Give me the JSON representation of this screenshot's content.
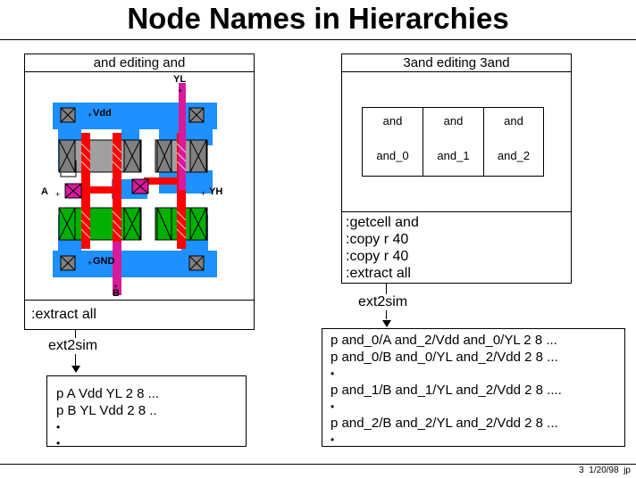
{
  "title": "Node Names in Hierarchies",
  "left_panel": {
    "header": "and  editing  and",
    "labels": {
      "yl": "YL",
      "vdd": "Vdd",
      "a": "A",
      "yh": "YH",
      "gnd": "GND",
      "b": "B"
    },
    "command": ":extract all",
    "arrow_label": "ext2sim",
    "output_lines": [
      "p A Vdd YL 2 8 ...",
      "p B YL Vdd 2 8 ..",
      "•",
      "•"
    ]
  },
  "right_panel": {
    "header": "3and editing  3and",
    "cells": [
      {
        "top": "and",
        "bottom": "and_0"
      },
      {
        "top": "and",
        "bottom": "and_1"
      },
      {
        "top": "and",
        "bottom": "and_2"
      }
    ],
    "commands": [
      ":getcell and",
      ":copy r 40",
      ":copy r 40",
      ":extract all"
    ],
    "arrow_label": "ext2sim",
    "output_lines": [
      "p and_0/A and_2/Vdd and_0/YL 2 8 ...",
      "p and_0/B and_0/YL and_2/Vdd 2 8 ...",
      "•",
      "p and_1/B and_1/YL and_2/Vdd 2 8 ....",
      "•",
      "p and_2/B and_2/YL and_2/Vdd 2 8 ...",
      "•"
    ]
  },
  "footer": "3  1/20/98  jp",
  "colors": {
    "metal": "#1e90ff",
    "poly": "#ff0000",
    "poly2": "#ff2a6a",
    "pdiff": "#a0a0a0",
    "ndiff": "#00b000",
    "contact": "#7a7a7a",
    "via": "#d81b9c"
  }
}
